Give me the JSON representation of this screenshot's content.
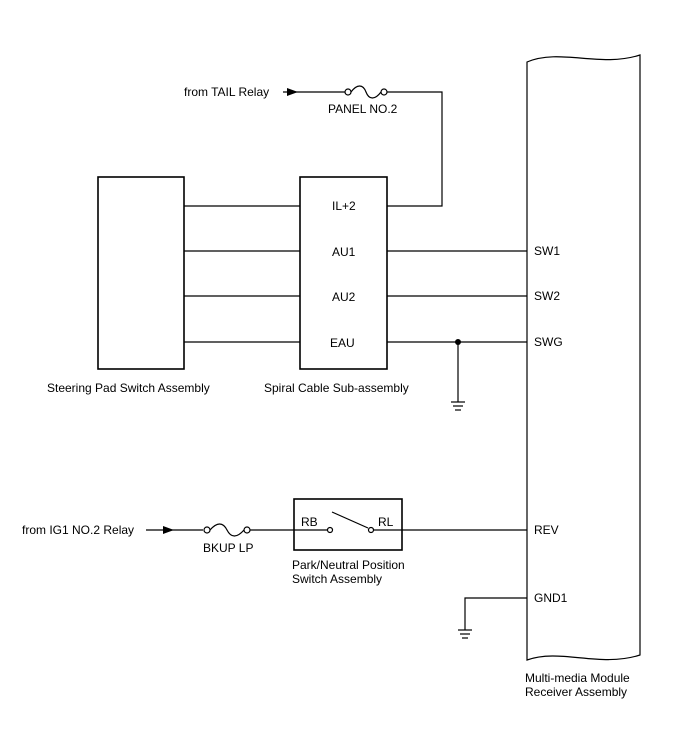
{
  "sources": {
    "tail_relay": "from TAIL Relay",
    "ig1_relay": "from IG1 NO.2 Relay"
  },
  "fuses": {
    "panel": "PANEL NO.2",
    "bkup": "BKUP LP"
  },
  "components": {
    "steering_pad": "Steering Pad Switch Assembly",
    "spiral_cable": "Spiral Cable Sub-assembly",
    "park_neutral_line1": "Park/Neutral Position",
    "park_neutral_line2": "Switch Assembly",
    "receiver_line1": "Multi-media Module",
    "receiver_line2": "Receiver Assembly"
  },
  "spiral_terminals": {
    "il2": "IL+2",
    "au1": "AU1",
    "au2": "AU2",
    "eau": "EAU"
  },
  "switch_terminals": {
    "rb": "RB",
    "rl": "RL"
  },
  "receiver_terminals": {
    "sw1": "SW1",
    "sw2": "SW2",
    "swg": "SWG",
    "rev": "REV",
    "gnd1": "GND1"
  }
}
